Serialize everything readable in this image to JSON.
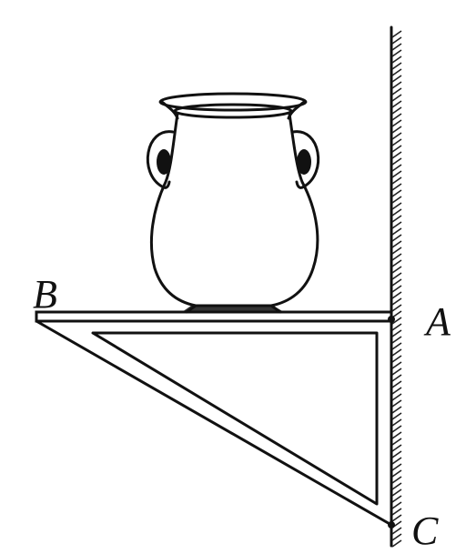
{
  "labels": {
    "point_a": "A",
    "point_b": "B",
    "point_c": "C"
  },
  "colors": {
    "ink": "#111111",
    "background": "#ffffff"
  }
}
